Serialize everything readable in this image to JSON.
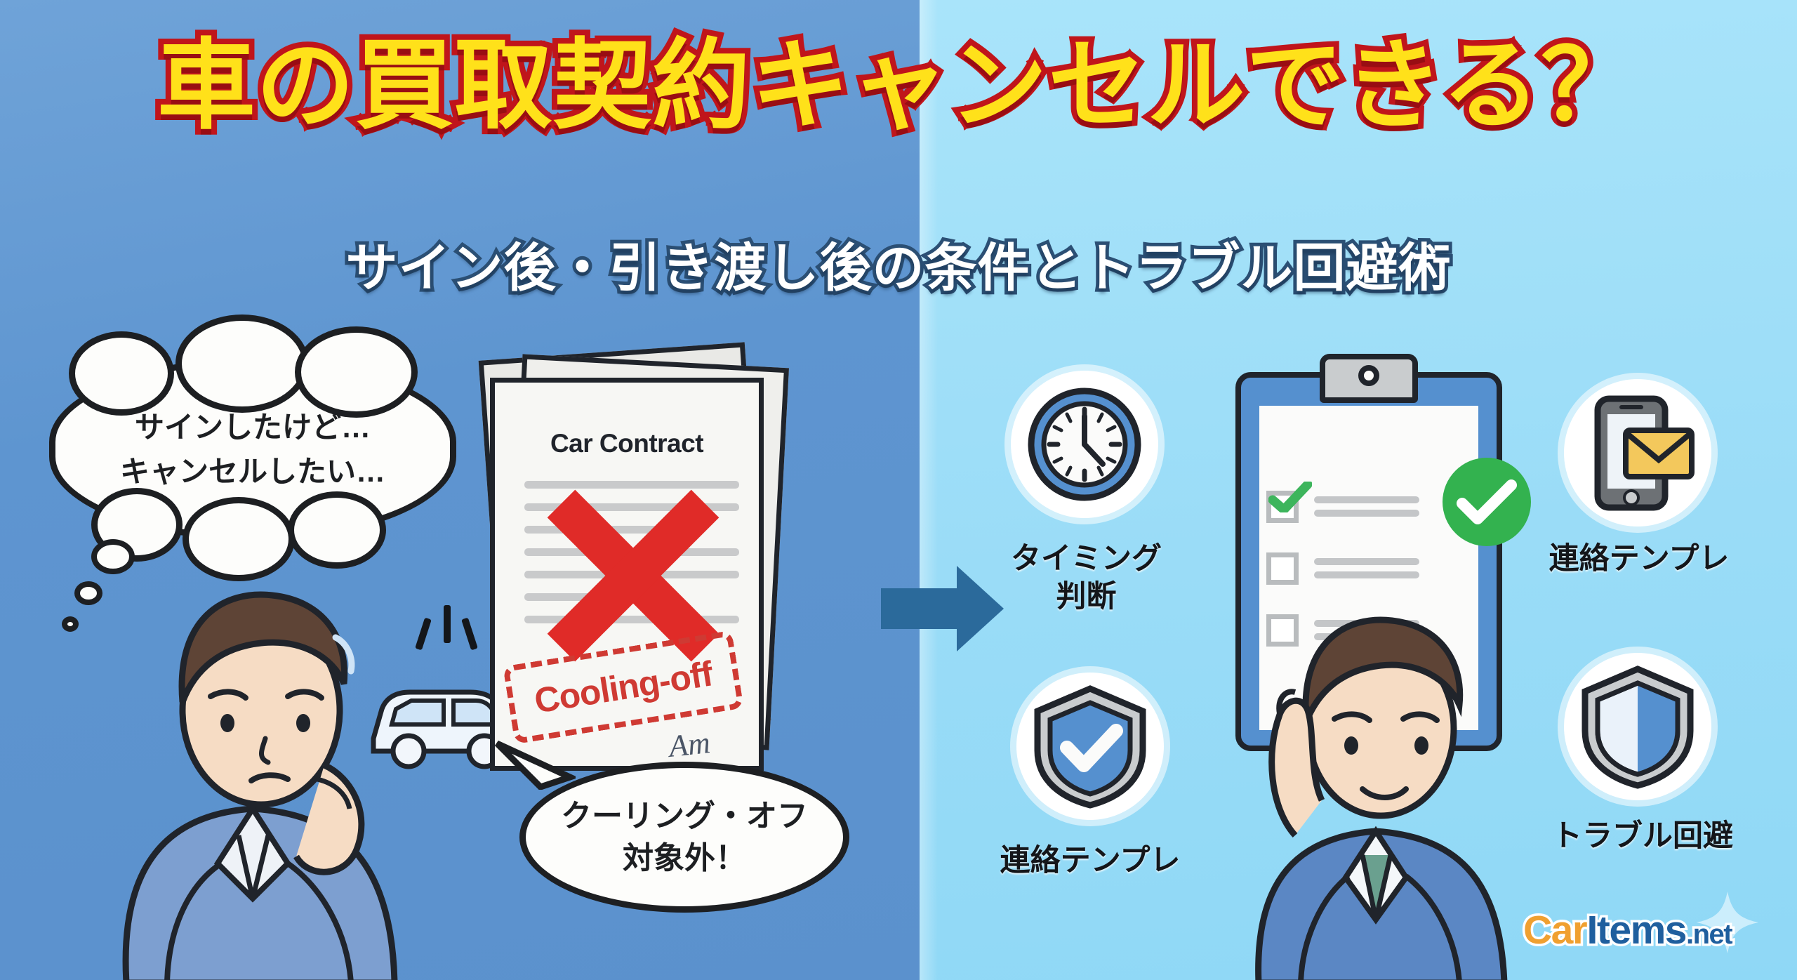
{
  "theme": {
    "left_bg": "#5e95d0",
    "right_bg": "#9adcf7",
    "headline_fill": "#ffe11a",
    "headline_stroke": "#c0151b",
    "subhead_fill": "#ffffff",
    "subhead_stroke": "#2b4f74",
    "arrow_color": "#2b6a9b",
    "accent_red": "#e02b28",
    "accent_green": "#33b24f",
    "stamp_red": "#cf3a33",
    "envelope_yellow": "#f3c85c",
    "shield_blue": "#5590cf"
  },
  "header": {
    "title": "車の買取契約キャンセルできる？",
    "subtitle": "サイン後・引き渡し後の条件とトラブル回避術"
  },
  "left_panel": {
    "thought_bubble": {
      "line1": "サインしたけど…",
      "line2": "キャンセルしたい…"
    },
    "contract": {
      "title": "Car Contract",
      "stamp_text": "Cooling-off",
      "signature": "Am",
      "x_mark": "rejected"
    },
    "speech_oval": {
      "line1": "クーリング・オフ",
      "line2": "対象外！"
    }
  },
  "right_panel": {
    "icons": [
      {
        "name": "clock-icon",
        "label": "タイミング\n判断",
        "label_line1": "タイミング",
        "label_line2": "判断"
      },
      {
        "name": "phone-mail-icon",
        "label": "連絡テンプレ",
        "label_line1": "連絡テンプレ",
        "label_line2": ""
      },
      {
        "name": "shield-check-icon",
        "label": "連絡テンプレ",
        "label_line1": "連絡テンプレ",
        "label_line2": ""
      },
      {
        "name": "shield-icon",
        "label": "トラブル回避",
        "label_line1": "トラブル回避",
        "label_line2": ""
      }
    ],
    "clipboard": {
      "checkbox_states": [
        "checked",
        "unchecked",
        "unchecked"
      ],
      "approved_badge": "check"
    }
  },
  "logo": {
    "part1": "Car",
    "part2": "Items",
    "part3": ".net"
  }
}
